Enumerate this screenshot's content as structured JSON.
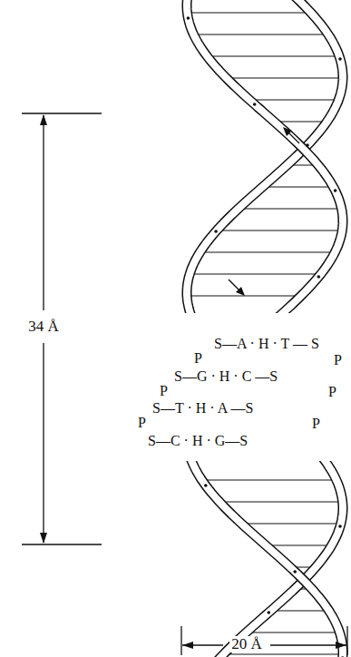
{
  "diagram": {
    "labels": [
      "34 Å",
      "S—A · H · T — S",
      "S—G · H · C —S",
      "S—T · H · A —S",
      "S—C · H · G—S",
      "P",
      "P",
      "P",
      "P",
      "P",
      "P",
      "20 Å"
    ]
  }
}
